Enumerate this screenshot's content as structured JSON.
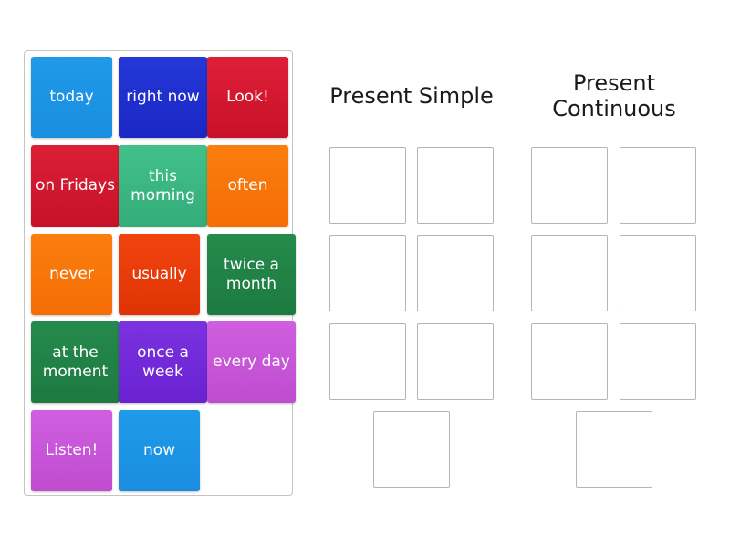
{
  "tiles": [
    {
      "label": "today",
      "color": "#1f9ae8",
      "color2": "#1a8de0"
    },
    {
      "label": "right now",
      "color": "#2437d8",
      "color2": "#1a28c4"
    },
    {
      "label": "Look!",
      "color": "#de2037",
      "color2": "#c81028"
    },
    {
      "label": "on Fridays",
      "color": "#db2036",
      "color2": "#c71128"
    },
    {
      "label": "this morning",
      "color": "#41c08a",
      "color2": "#34ad7a"
    },
    {
      "label": "often",
      "color": "#fb7e0f",
      "color2": "#f56d05"
    },
    {
      "label": "never",
      "color": "#fb7e0f",
      "color2": "#f56d05"
    },
    {
      "label": "usually",
      "color": "#f1440f",
      "color2": "#e03305"
    },
    {
      "label": "twice a month",
      "color": "#258a4c",
      "color2": "#1d7a41"
    },
    {
      "label": "at the moment",
      "color": "#258a4c",
      "color2": "#1d7a41"
    },
    {
      "label": "once a week",
      "color": "#7b33e2",
      "color2": "#6a22d0"
    },
    {
      "label": "every day",
      "color": "#d05fe0",
      "color2": "#bf4ccf"
    },
    {
      "label": "Listen!",
      "color": "#d05fe0",
      "color2": "#bf4ccf"
    },
    {
      "label": "now",
      "color": "#1f9ae8",
      "color2": "#1a8de0"
    }
  ],
  "groups": [
    {
      "title": "Present Simple",
      "slots": 7
    },
    {
      "title": "Present Continuous",
      "slots": 7
    }
  ]
}
